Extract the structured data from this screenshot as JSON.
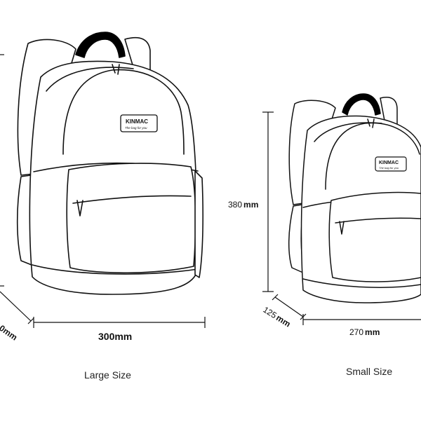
{
  "large": {
    "brand": "KINMAC",
    "tagline": "The bag for you",
    "width": "300mm",
    "depth_fragment": "0mm",
    "caption": "Large Size"
  },
  "small": {
    "brand": "KINMAC",
    "tagline": "The bag for you",
    "height_value": "380",
    "height_unit": "mm",
    "depth_value": "125",
    "depth_unit": "mm",
    "width_value": "270",
    "width_unit": "mm",
    "caption": "Small Size"
  },
  "colors": {
    "outline": "#111111",
    "handle": "#000000",
    "background": "#ffffff"
  }
}
